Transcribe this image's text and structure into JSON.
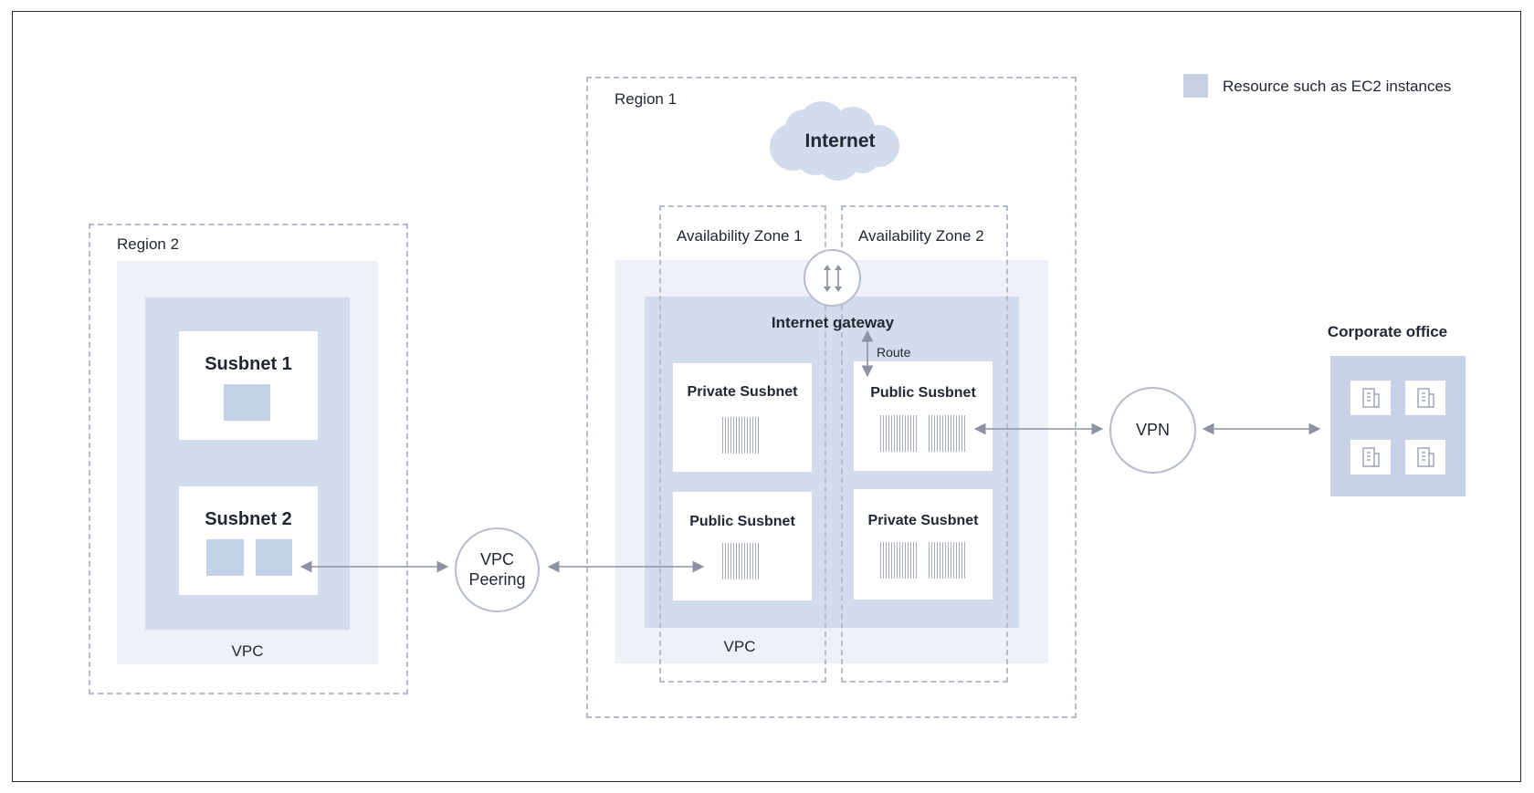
{
  "legend": {
    "label": "Resource such as EC2 instances",
    "swatch_color": "#c4d2e8"
  },
  "region1": {
    "label": "Region 1",
    "internet_label": "Internet",
    "az1_label": "Availability Zone 1",
    "az2_label": "Availability Zone 2",
    "gateway_label": "Internet gateway",
    "route_label": "Route",
    "vpc_label": "VPC",
    "subnets": {
      "az1_top": "Private Susbnet",
      "az1_bottom": "Public Susbnet",
      "az2_top": "Public Susbnet",
      "az2_bottom": "Private Susbnet"
    }
  },
  "region2": {
    "label": "Region 2",
    "subnet1_label": "Susbnet 1",
    "subnet2_label": "Susbnet 2",
    "vpc_label": "VPC"
  },
  "vpc_peering": {
    "line1": "VPC",
    "line2": "Peering"
  },
  "vpn": {
    "label": "VPN"
  },
  "corporate": {
    "label": "Corporate office"
  },
  "colors": {
    "dash_border": "#b7bccb",
    "vpc_outer": "#eef1f7",
    "vpc_inner": "#d3dcec",
    "resource": "#c4d2e8",
    "arrow": "#8d93a3"
  }
}
